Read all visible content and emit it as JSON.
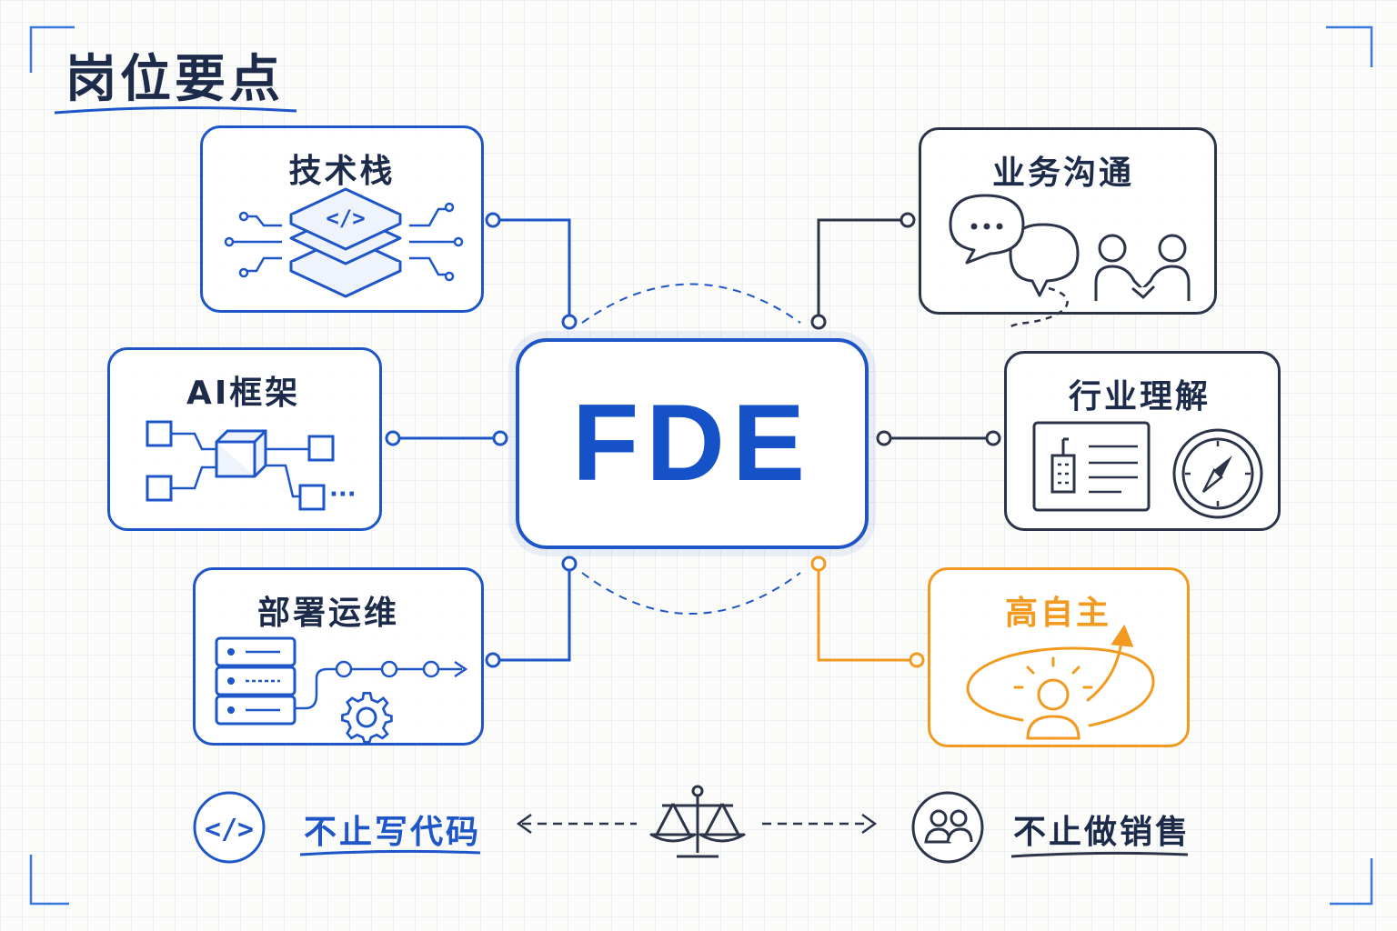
{
  "title": "岗位要点",
  "center": {
    "label": "FDE"
  },
  "cards": {
    "tech_stack": {
      "title": "技术栈"
    },
    "ai_framework": {
      "title": "AI框架"
    },
    "deploy_ops": {
      "title": "部署运维"
    },
    "business_comm": {
      "title": "业务沟通"
    },
    "industry": {
      "title": "行业理解"
    },
    "autonomy": {
      "title": "高自主"
    }
  },
  "bottom": {
    "left_label": "不止写代码",
    "right_label": "不止做销售"
  },
  "colors": {
    "primary_blue": "#1e56c8",
    "dark": "#2b3448",
    "accent_orange": "#f29a1f"
  },
  "icons": [
    "code-stack-icon",
    "network-cube-icon",
    "server-rack-icon",
    "gear-icon",
    "chat-bubbles-icon",
    "handshake-icon",
    "company-card-icon",
    "compass-icon",
    "person-orbit-icon",
    "code-circle-icon",
    "scale-icon",
    "people-circle-icon"
  ]
}
